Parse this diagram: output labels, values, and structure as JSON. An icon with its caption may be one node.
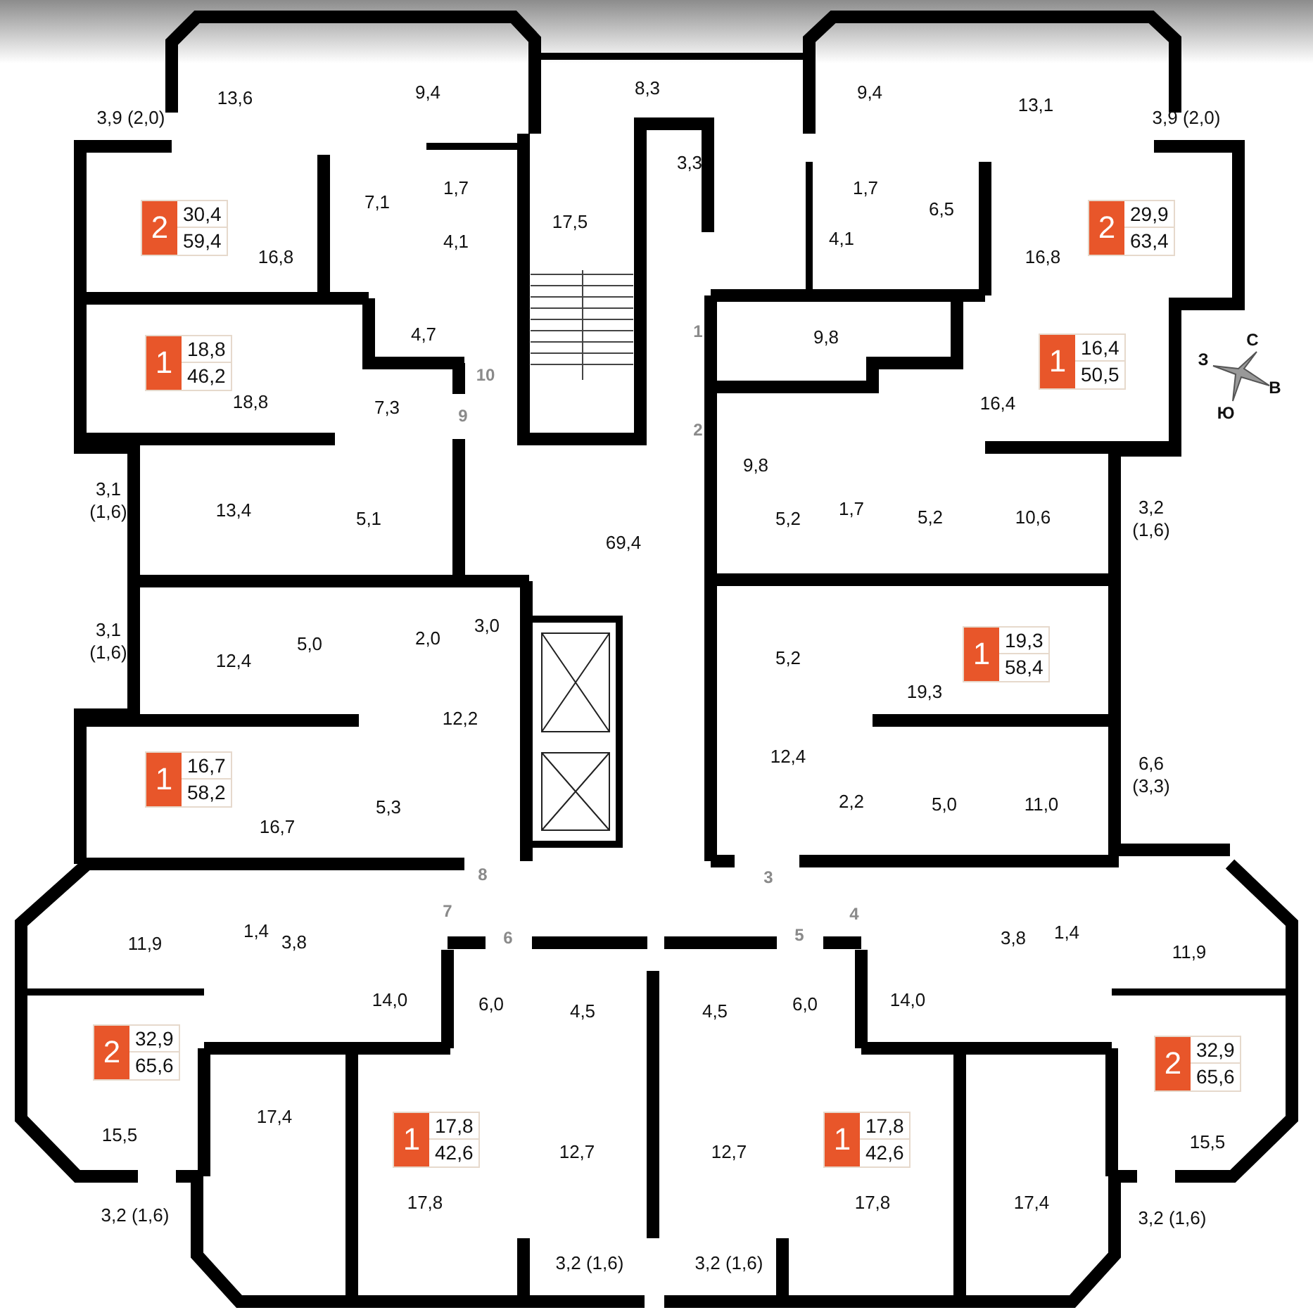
{
  "diagram": {
    "nodes": [
      {
        "text": [
          "2",
          "30,4",
          "59,4"
        ]
      },
      {
        "text": [
          "2",
          "29,9",
          "63,4"
        ]
      },
      {
        "text": [
          "1",
          "18,8",
          "46,2"
        ]
      },
      {
        "text": [
          "1",
          "16,4",
          "50,5"
        ]
      },
      {
        "text": [
          "1",
          "19,3",
          "58,4"
        ]
      },
      {
        "text": [
          "1",
          "16,7",
          "58,2"
        ]
      },
      {
        "text": [
          "2",
          "32,9",
          "65,6"
        ]
      },
      {
        "text": [
          "1",
          "17,8",
          "42,6"
        ]
      },
      {
        "text": [
          "1",
          "17,8",
          "42,6"
        ]
      },
      {
        "text": [
          "2",
          "32,9",
          "65,6"
        ]
      }
    ],
    "labels": [
      "13,6",
      "9,4",
      "8,3",
      "9,4",
      "13,1",
      "3,9 (2,0)",
      "3,9 (2,0)",
      "3,3",
      "7,1",
      "1,7",
      "1,7",
      "6,5",
      "17,5",
      "4,1",
      "4,1",
      "16,8",
      "16,8",
      "4,7",
      "1",
      "9,8",
      "10",
      "С",
      "З",
      "В",
      "Ю",
      "18,8",
      "7,3",
      "9",
      "16,4",
      "2",
      "9,8",
      "3,1 (1,6)",
      "13,4",
      "5,1",
      "5,2",
      "1,7",
      "5,2",
      "10,6",
      "3,2 (1,6)",
      "69,4",
      "3,0",
      "3,1 (1,6)",
      "5,0",
      "2,0",
      "12,4",
      "5,2",
      "19,3",
      "12,2",
      "12,4",
      "6,6 (3,3)",
      "5,3",
      "2,2",
      "5,0",
      "11,0",
      "16,7",
      "8",
      "3",
      "7",
      "4",
      "6",
      "5",
      "11,9",
      "1,4",
      "3,8",
      "3,8",
      "1,4",
      "11,9",
      "14,0",
      "6,0",
      "4,5",
      "4,5",
      "6,0",
      "14,0",
      "17,4",
      "15,5",
      "12,7",
      "12,7",
      "17,4",
      "15,5",
      "17,8",
      "17,8",
      "3,2 (1,6)",
      "3,2 (1,6)",
      "3,2 (1,6)",
      "3,2 (1,6)"
    ]
  }
}
